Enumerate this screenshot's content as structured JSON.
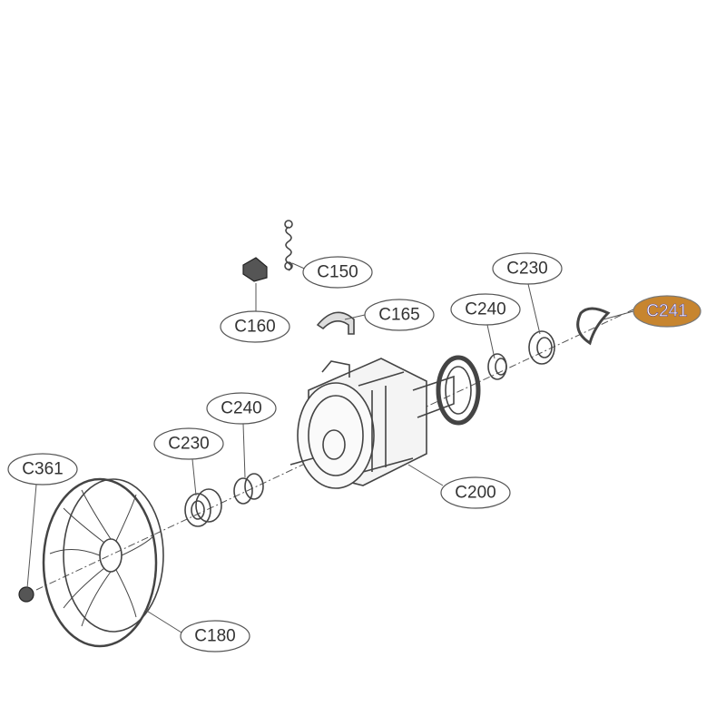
{
  "diagram": {
    "highlight_color": "#c7852f",
    "labels": {
      "c150": "C150",
      "c160": "C160",
      "c165": "C165",
      "c240_top": "C240",
      "c230_top": "C230",
      "c241": "C241",
      "c240_left": "C240",
      "c230_left": "C230",
      "c361": "C361",
      "c200": "C200",
      "c180": "C180"
    },
    "highlighted": "C241"
  }
}
